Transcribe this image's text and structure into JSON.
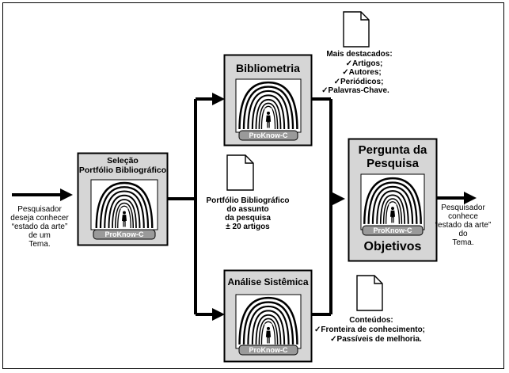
{
  "start": {
    "lines": [
      "Pesquisador",
      "deseja conhecer",
      "“estado da arte”",
      "de um",
      "Tema."
    ]
  },
  "end": {
    "lines": [
      "Pesquisador",
      "conhece",
      "“estado da arte”",
      "do",
      "Tema."
    ]
  },
  "boxes": {
    "selecao": {
      "title_lines": [
        "Seleção",
        "Portfólio Bibliográfico"
      ],
      "badge": "ProKnow-C"
    },
    "bibliometria": {
      "title": "Bibliometria",
      "badge": "ProKnow-C"
    },
    "analise": {
      "title": "Análise Sistêmica",
      "badge": "ProKnow-C"
    },
    "pergunta": {
      "title_lines": [
        "Pergunta da",
        "Pesquisa"
      ],
      "badge": "ProKnow-C",
      "footer": "Objetivos"
    }
  },
  "portfolio_doc": {
    "icon": "document-icon",
    "lines": [
      "Portfólio Bibliográfico",
      "do assunto",
      "da pesquisa",
      "± 20 artigos"
    ]
  },
  "destacados_doc": {
    "icon": "document-icon",
    "heading": "Mais destacados:",
    "items": [
      "✓Artigos;",
      "✓Autores;",
      "✓Periódicos;",
      "✓Palavras-Chave."
    ]
  },
  "conteudos_doc": {
    "icon": "document-icon",
    "heading": "Conteúdos:",
    "items": [
      "✓Fronteira de conhecimento;",
      "✓Passíveis de melhoria."
    ]
  }
}
